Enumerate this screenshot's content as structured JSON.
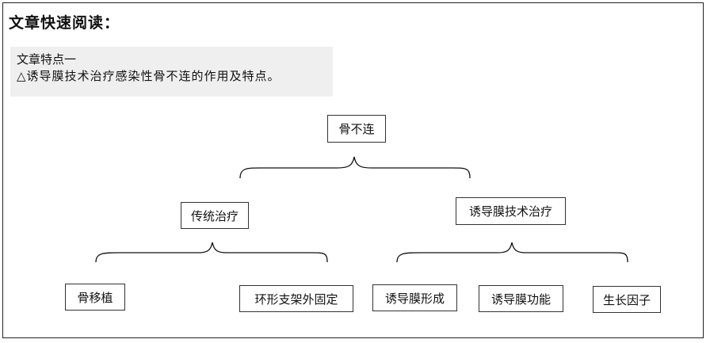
{
  "header": {
    "title": "文章快速阅读："
  },
  "note": {
    "heading": "文章特点一",
    "text": "△诱导膜技术治疗感染性骨不连的作用及特点。"
  },
  "diagram": {
    "root": "骨不连",
    "branch_left": "传统治疗",
    "branch_right": "诱导膜技术治疗",
    "leaves_left": [
      "骨移植",
      "环形支架外固定"
    ],
    "leaves_right": [
      "诱导膜形成",
      "诱导膜功能",
      "生长因子"
    ]
  }
}
